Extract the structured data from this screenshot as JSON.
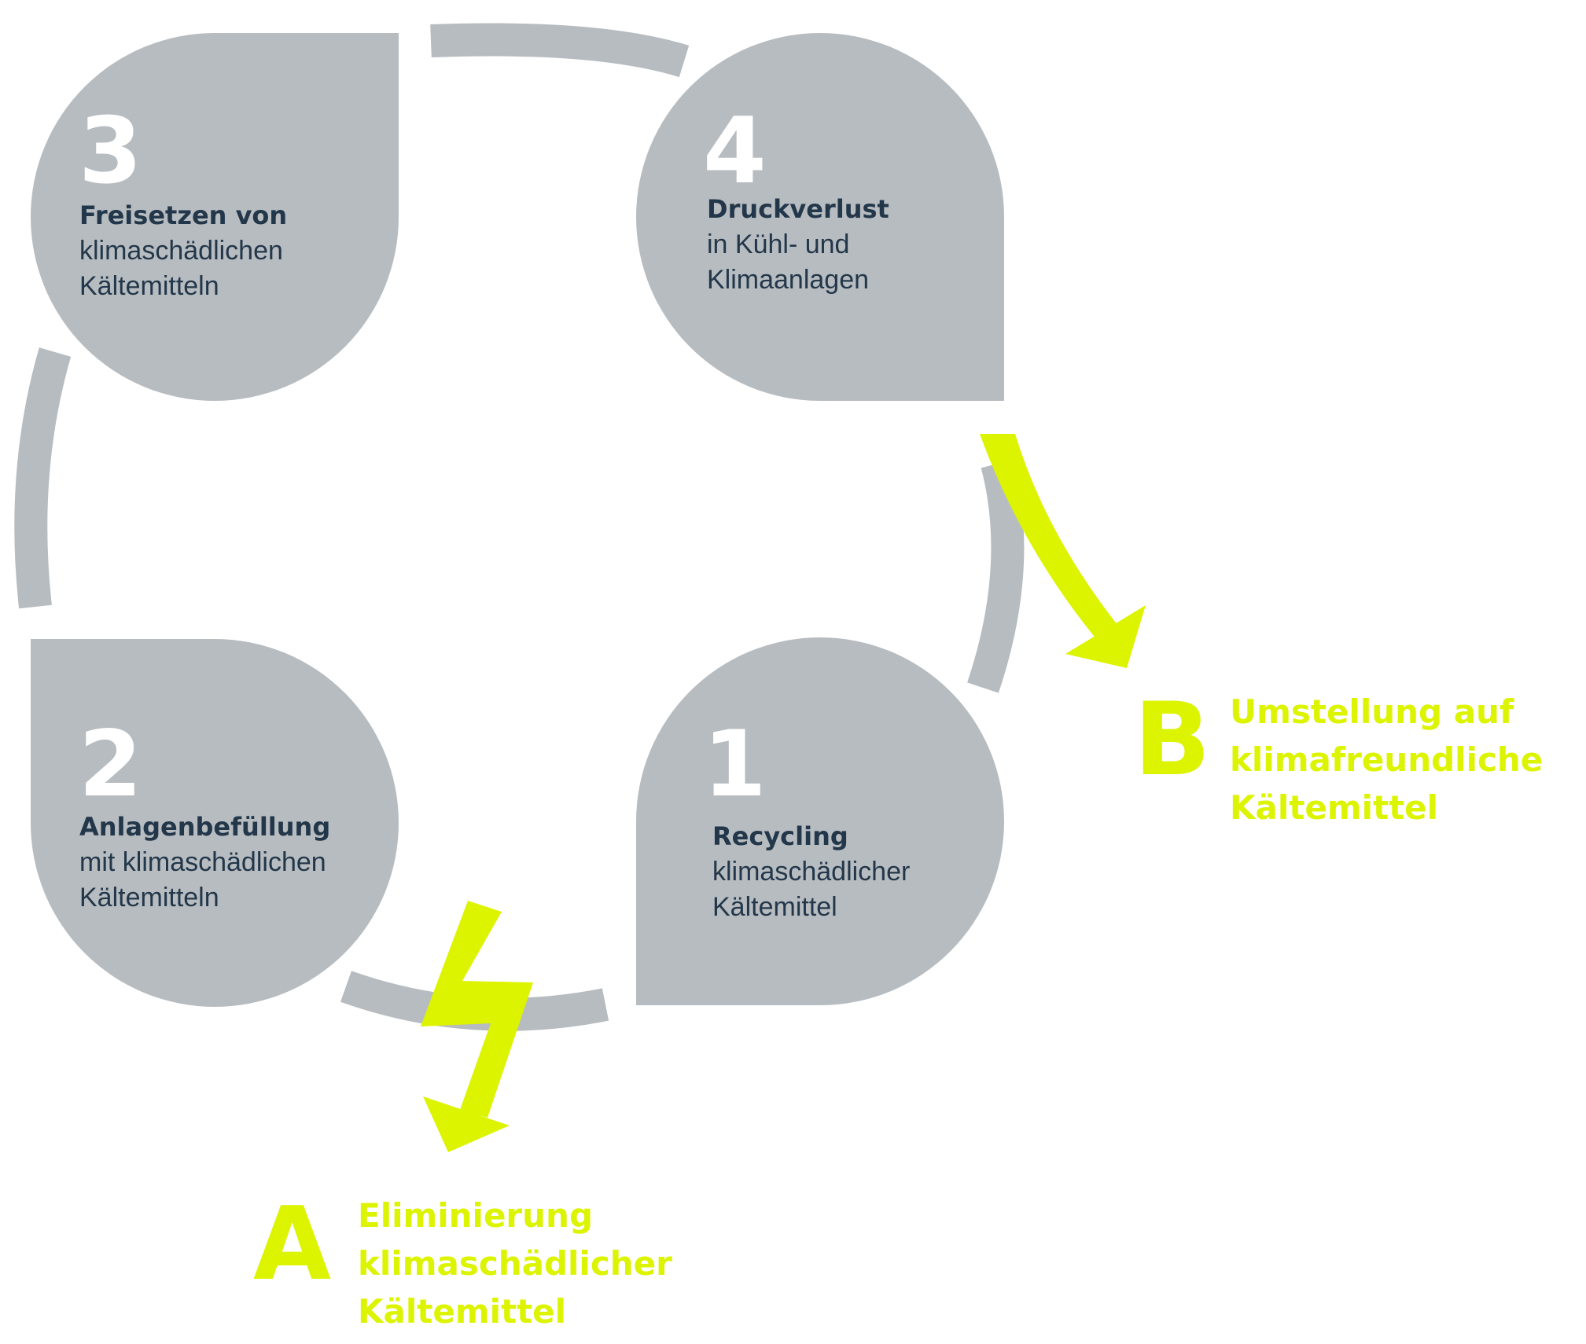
{
  "colors": {
    "shape": "#b7bcc0",
    "step_number": "#ffffff",
    "step_text": "#23374a",
    "accent": "#dcf400",
    "background": "#ffffff"
  },
  "steps": [
    {
      "number": "1",
      "title": "Recycling",
      "lines": [
        "klimaschädlicher",
        "Kältemittel"
      ]
    },
    {
      "number": "2",
      "title": "Anlagenbefüllung",
      "lines": [
        "mit klimaschädlichen",
        "Kältemitteln"
      ]
    },
    {
      "number": "3",
      "title": "Freisetzen von",
      "lines": [
        "klimaschädlichen",
        "Kältemitteln"
      ]
    },
    {
      "number": "4",
      "title": "Druckverlust",
      "lines": [
        "in Kühl- und",
        "Klimaanlagen"
      ]
    }
  ],
  "outcomes": {
    "a": {
      "letter": "A",
      "lines": [
        "Eliminierung",
        "klimaschädlicher",
        "Kältemittel"
      ],
      "icon": "lightning-arrow-icon"
    },
    "b": {
      "letter": "B",
      "lines": [
        "Umstellung auf",
        "klimafreundliche",
        "Kältemittel"
      ],
      "icon": "curved-arrow-icon"
    }
  }
}
